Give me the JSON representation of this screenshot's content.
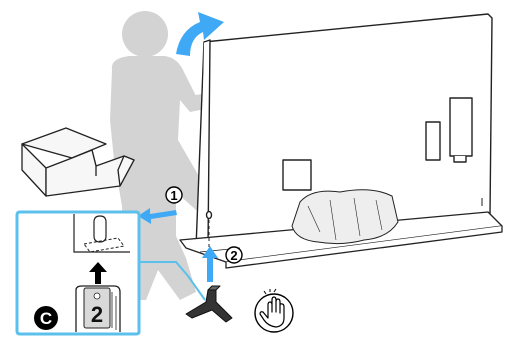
{
  "steps": {
    "step1": "1",
    "step2": "2"
  },
  "inset": {
    "badge": "C",
    "part_number": "2"
  },
  "colors": {
    "accent_blue": "#3fa9f5",
    "person_gray": "#cfcfcf",
    "outline": "#222222",
    "inset_border": "#5bc0eb"
  },
  "icons": [
    "rotate-arrow-icon",
    "push-arrow-icon",
    "insert-arrow-icon",
    "hand-press-icon",
    "up-arrow-icon"
  ]
}
